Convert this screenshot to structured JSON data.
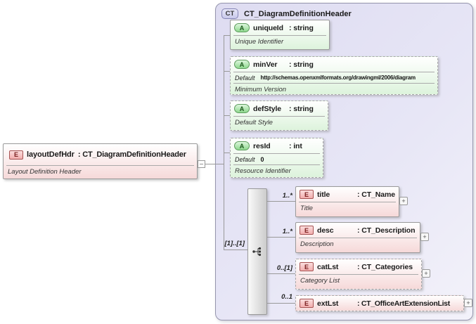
{
  "root_element": {
    "badge": "E",
    "name": "layoutDefHdr",
    "type": ": CT_DiagramDefinitionHeader",
    "annotation": "Layout Definition Header"
  },
  "complex_type": {
    "badge": "CT",
    "title": "CT_DiagramDefinitionHeader",
    "attributes": [
      {
        "badge": "A",
        "name": "uniqueId",
        "type": ": string",
        "annotation": "Unique Identifier"
      },
      {
        "badge": "A",
        "name": "minVer",
        "type": ": string",
        "default_label": "Default",
        "default_value": "http://schemas.openxmlformats.org/drawingml/2006/diagram",
        "annotation": "Minimum Version"
      },
      {
        "badge": "A",
        "name": "defStyle",
        "type": ": string",
        "annotation": "Default Style"
      },
      {
        "badge": "A",
        "name": "resId",
        "type": ": int",
        "default_label": "Default",
        "default_value": "0",
        "annotation": "Resource Identifier"
      }
    ],
    "sequence": {
      "cardinality": "[1]..[1]"
    },
    "children": [
      {
        "badge": "E",
        "name": "title",
        "type": ": CT_Name",
        "annotation": "Title",
        "cardinality": "1..*",
        "expand_label": "+"
      },
      {
        "badge": "E",
        "name": "desc",
        "type": ": CT_Description",
        "annotation": "Description",
        "cardinality": "1..*",
        "expand_label": "+"
      },
      {
        "badge": "E",
        "name": "catLst",
        "type": ": CT_Categories",
        "annotation": "Category List",
        "cardinality": "0..[1]",
        "expand_label": "+"
      },
      {
        "badge": "E",
        "name": "extLst",
        "type": ": CT_OfficeArtExtensionList",
        "cardinality": "0..1",
        "expand_label": "+"
      }
    ]
  },
  "colors": {
    "element_fill": "#f6d9d9",
    "attribute_fill": "#ddf3dc",
    "container_fill": "#e2e1f3",
    "line": "#999999"
  }
}
